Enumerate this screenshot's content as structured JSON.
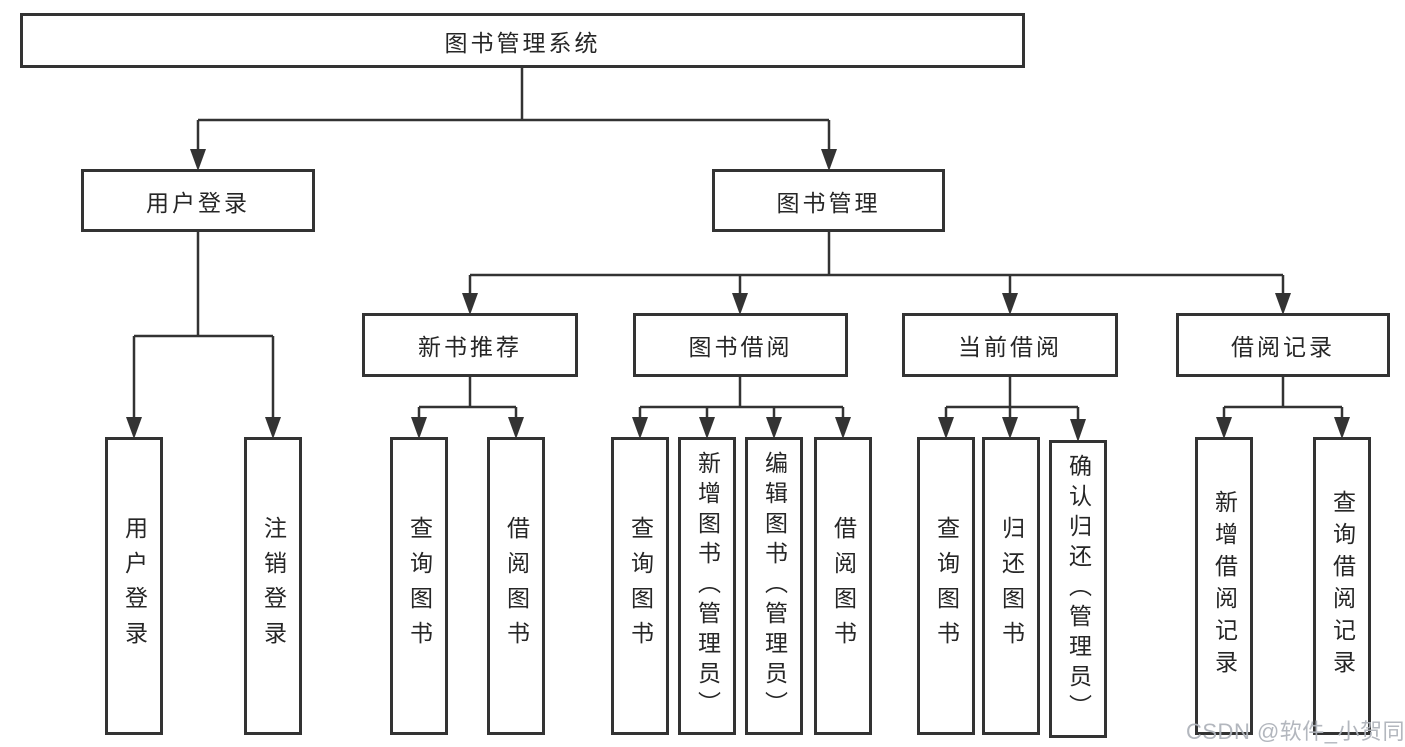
{
  "diagram": {
    "root": {
      "label": "图书管理系统"
    },
    "user_login": {
      "label": "用户登录",
      "children": [
        {
          "label": "用户登录"
        },
        {
          "label": "注销登录"
        }
      ]
    },
    "book_mgmt": {
      "label": "图书管理",
      "sections": [
        {
          "label": "新书推荐",
          "children": [
            {
              "label": "查询图书"
            },
            {
              "label": "借阅图书"
            }
          ]
        },
        {
          "label": "图书借阅",
          "children": [
            {
              "label": "查询图书"
            },
            {
              "label": "新增图书（管理员）"
            },
            {
              "label": "编辑图书（管理员）"
            },
            {
              "label": "借阅图书"
            }
          ]
        },
        {
          "label": "当前借阅",
          "children": [
            {
              "label": "查询图书"
            },
            {
              "label": "归还图书"
            },
            {
              "label": "确认归还（管理员）"
            }
          ]
        },
        {
          "label": "借阅记录",
          "children": [
            {
              "label": "新增借阅记录"
            },
            {
              "label": "查询借阅记录"
            }
          ]
        }
      ]
    }
  },
  "watermark": {
    "text": "CSDN @软件_小贺同学",
    "color": "#afb3ba"
  },
  "colors": {
    "line": "#333333",
    "text": "#262626",
    "background": "#ffffff"
  }
}
